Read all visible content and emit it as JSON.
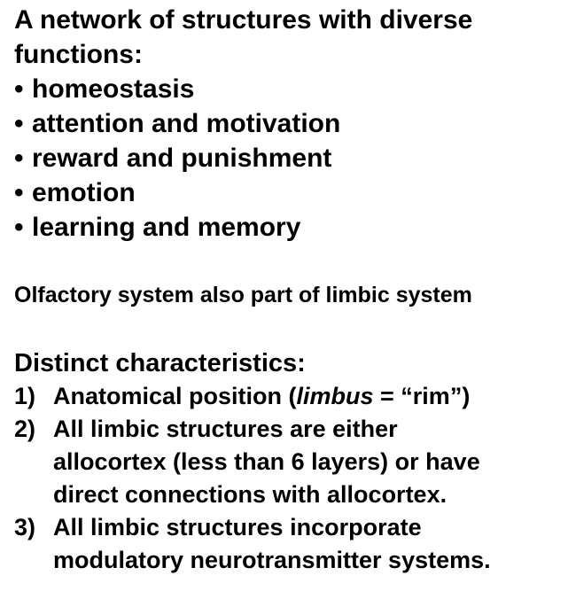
{
  "intro": {
    "line1": "A network of structures with diverse",
    "line2": "functions:"
  },
  "bullet_symbol": "•",
  "bullets": [
    "homeostasis",
    "attention and motivation",
    "reward and punishment",
    "emotion",
    "learning and memory"
  ],
  "olfactory_note": "Olfactory system also part of limbic system",
  "distinct": {
    "title": "Distinct characteristics:",
    "items": [
      {
        "number": "1)",
        "pre": "Anatomical position (",
        "italic": "limbus",
        "post": " = “rim”)"
      },
      {
        "number": "2)",
        "lines": [
          "All limbic structures are either",
          "allocortex (less than 6 layers) or have",
          "direct connections with allocortex."
        ]
      },
      {
        "number": "3)",
        "lines": [
          "All limbic structures incorporate",
          "modulatory neurotransmitter systems."
        ]
      }
    ]
  }
}
